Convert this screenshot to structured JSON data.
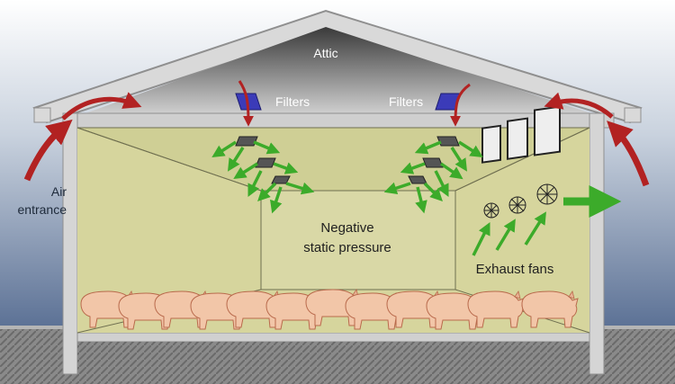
{
  "labels": {
    "attic": "Attic",
    "filters_left": "Filters",
    "filters_right": "Filters",
    "air_entrance_line1": "Air",
    "air_entrance_line2": "entrance",
    "negative_line1": "Negative",
    "negative_line2": "static pressure",
    "exhaust_fans": "Exhaust fans"
  },
  "colors": {
    "sky_top": "#ffffff",
    "sky_bottom": "#3f5a82",
    "wall": "#d7d7d7",
    "interior": "#d8d7a0",
    "interior_back": "#c9c98f",
    "attic_dark": "#4a4a4a",
    "attic_light": "#c8c8c8",
    "ground": "#8c8c8c",
    "red_arrow": "#b22222",
    "green_arrow": "#3cab2a",
    "filter_blue": "#3b3bb8",
    "pig": "#f2c6a8",
    "pig_outline": "#b96a4c"
  },
  "icons": [
    "inlet-vent-icon",
    "filter-icon",
    "exhaust-fan-icon",
    "pig-icon",
    "airflow-arrow-icon"
  ]
}
